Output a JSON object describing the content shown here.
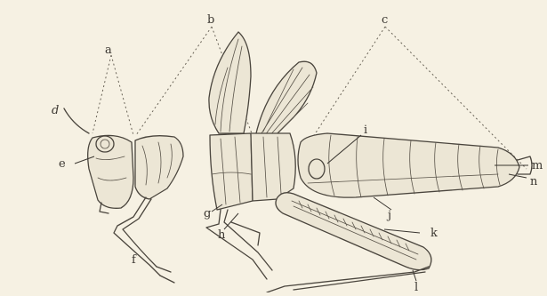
{
  "labels": {
    "a": "a",
    "b": "b",
    "c": "c",
    "d": "d",
    "e": "e",
    "f": "f",
    "g": "g",
    "h": "h",
    "i": "i",
    "j": "j",
    "k": "k",
    "l": "l",
    "m": "m",
    "n": "n"
  }
}
